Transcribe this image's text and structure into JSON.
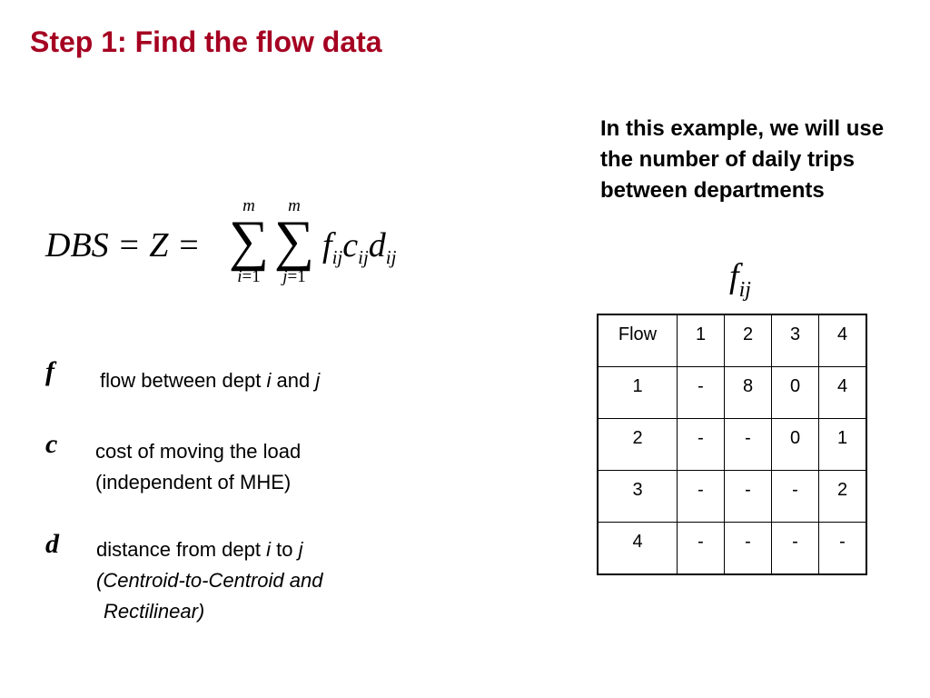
{
  "title": "Step 1: Find the flow data",
  "formula": {
    "lhs": "DBS = Z =",
    "sum1": {
      "upper": "m",
      "lower_var": "i",
      "lower_eq": "=1"
    },
    "sum2": {
      "upper": "m",
      "lower_var": "j",
      "lower_eq": "=1"
    },
    "f": "f",
    "f_sub": "ij",
    "c": "c",
    "c_sub": "ij",
    "d": "d",
    "d_sub": "ij"
  },
  "definitions": {
    "f": {
      "symbol": "f",
      "text_before": "flow between dept ",
      "var1": "i",
      "text_mid": " and ",
      "var2": "j"
    },
    "c": {
      "symbol": "c",
      "line1": "cost of moving the load",
      "line2": "(independent of MHE)"
    },
    "d": {
      "symbol": "d",
      "text_before": "distance from dept ",
      "var1": "i",
      "text_mid": " to ",
      "var2": "j",
      "line2": "(Centroid-to-Centroid and",
      "line3": "Rectilinear)"
    }
  },
  "explanation": "In this example, we will use the number of daily trips between departments",
  "table_symbol": {
    "base": "f",
    "sub": "ij"
  },
  "flow_table": {
    "header": [
      "Flow",
      "1",
      "2",
      "3",
      "4"
    ],
    "rows": [
      [
        "1",
        "-",
        "8",
        "0",
        "4"
      ],
      [
        "2",
        "-",
        "-",
        "0",
        "1"
      ],
      [
        "3",
        "-",
        "-",
        "-",
        "2"
      ],
      [
        "4",
        "-",
        "-",
        "-",
        "-"
      ]
    ]
  },
  "colors": {
    "title": "#a50021",
    "text": "#000000",
    "background": "#ffffff"
  }
}
